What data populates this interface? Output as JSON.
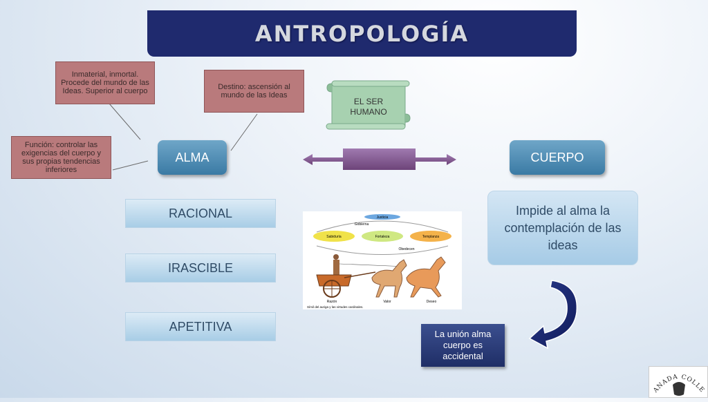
{
  "title": "ANTROPOLOGÍA",
  "notes": {
    "inmaterial": "Inmaterial, inmortal. Procede del mundo de las Ideas. Superior al cuerpo",
    "destino": "Destino: ascensión al mundo de las Ideas",
    "funcion": "Función: controlar las exigencias del cuerpo y sus propias tendencias inferiores"
  },
  "scroll": "EL SER HUMANO",
  "nodes": {
    "alma": "ALMA",
    "cuerpo": "CUERPO"
  },
  "soul_parts": [
    "RACIONAL",
    "IRASCIBLE",
    "APETITIVA"
  ],
  "impide": "Impide al alma la contemplación de las ideas",
  "union": "La unión alma cuerpo es accidental",
  "image_labels": {
    "justicia": "Justicia",
    "gobierna": "Gobierna",
    "sabiduria": "Sabiduría",
    "fortaleza": "Fortaleza",
    "templanza": "Templanza",
    "obedecen": "Obedecen",
    "razon": "Razón",
    "valor": "Valor",
    "deseo": "Deseo",
    "caption": "Símil del auriga y las virtudes cardinales."
  },
  "logo_text": "GRANADA COLLEGE",
  "colors": {
    "title_bg": "#1f2a6e",
    "note_bg": "#b97a7c",
    "pill": "#4a89b2",
    "arrow": "#7b4f86",
    "union_bg": "#2a3a78"
  }
}
